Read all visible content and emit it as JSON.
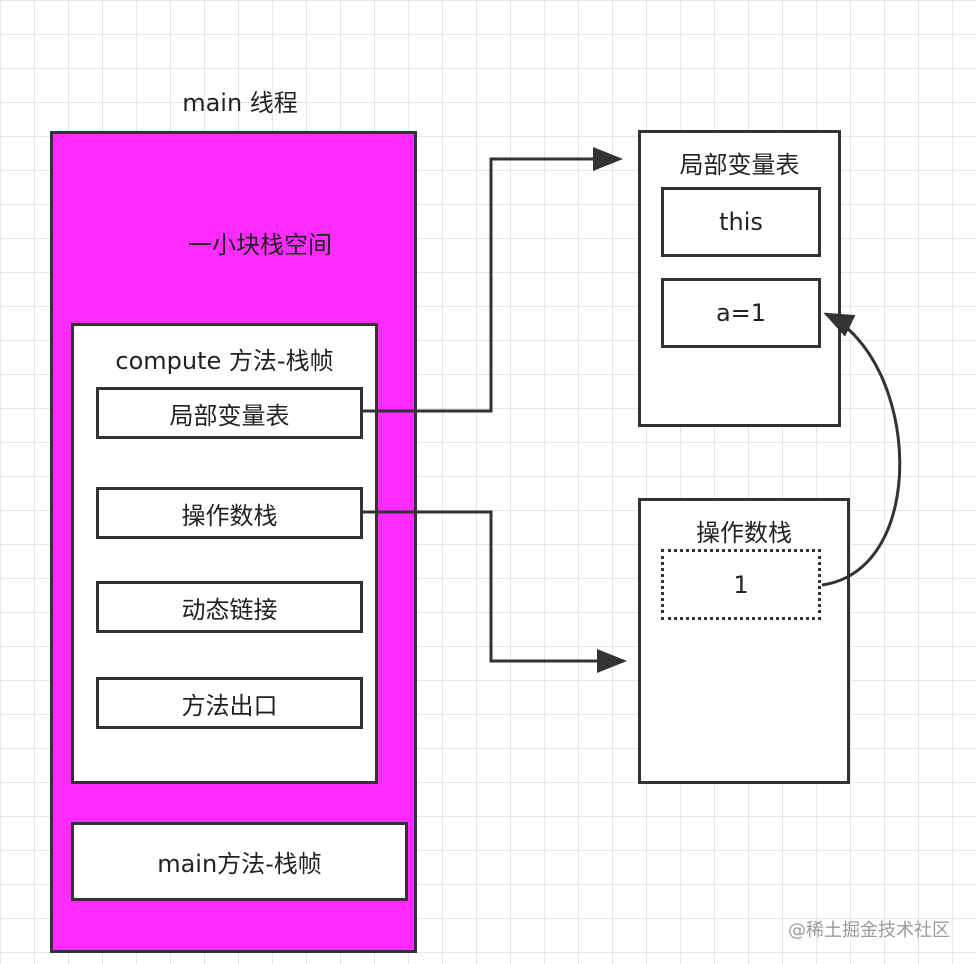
{
  "thread": {
    "title": "main 线程",
    "stack_space_label": "一小块栈空间",
    "color": "#ff2bff"
  },
  "compute_frame": {
    "title": "compute 方法-栈帧",
    "items": [
      {
        "label": "局部变量表"
      },
      {
        "label": "操作数栈"
      },
      {
        "label": "动态链接"
      },
      {
        "label": "方法出口"
      }
    ]
  },
  "main_frame": {
    "title": "main方法-栈帧"
  },
  "local_variable_table": {
    "title": "局部变量表",
    "entries": [
      "this",
      "a=1"
    ]
  },
  "operand_stack": {
    "title": "操作数栈",
    "entries": [
      "1"
    ]
  },
  "watermark": "@稀土掘金技术社区"
}
